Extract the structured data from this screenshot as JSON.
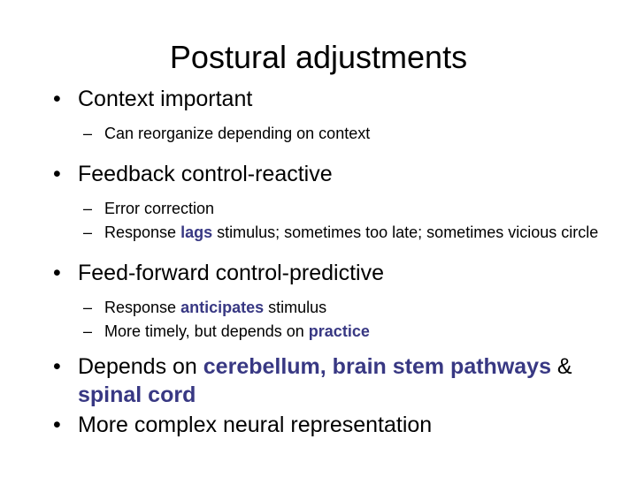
{
  "slide": {
    "title": "Postural adjustments",
    "background_color": "#ffffff",
    "text_color": "#000000",
    "accent_color": "#383883",
    "bullet_marker_level1": "•",
    "bullet_marker_level2": "–"
  },
  "content": {
    "blocks": [
      {
        "level": 1,
        "text": "Context important"
      },
      {
        "level": 2,
        "text": "Can reorganize depending on context"
      },
      {
        "level": 1,
        "text": "Feedback control-reactive"
      },
      {
        "level": 2,
        "text": "Error correction"
      },
      {
        "level": 2,
        "text": "Response lags stimulus; sometimes too late; sometimes vicious circle",
        "runs": [
          {
            "text": "Response ",
            "highlight": false
          },
          {
            "text": "lags",
            "highlight": true
          },
          {
            "text": " stimulus; sometimes too late; sometimes vicious circle",
            "highlight": false
          }
        ]
      },
      {
        "level": 1,
        "text": "Feed-forward control-predictive"
      },
      {
        "level": 2,
        "text": "Response anticipates stimulus",
        "runs": [
          {
            "text": "Response ",
            "highlight": false
          },
          {
            "text": "anticipates",
            "highlight": true
          },
          {
            "text": " stimulus",
            "highlight": false
          }
        ]
      },
      {
        "level": 2,
        "text": "More timely, but depends on practice",
        "runs": [
          {
            "text": "More timely, but depends on ",
            "highlight": false
          },
          {
            "text": "practice",
            "highlight": true
          }
        ]
      },
      {
        "level": 1,
        "text": "Depends on cerebellum, brain stem pathways & spinal cord",
        "runs": [
          {
            "text": "Depends on ",
            "highlight": false
          },
          {
            "text": "cerebellum, brain stem pathways",
            "highlight": true
          },
          {
            "text": " & ",
            "highlight": false
          },
          {
            "text": "spinal cord",
            "highlight": true
          }
        ]
      },
      {
        "level": 1,
        "text": "More complex neural representation"
      }
    ]
  }
}
